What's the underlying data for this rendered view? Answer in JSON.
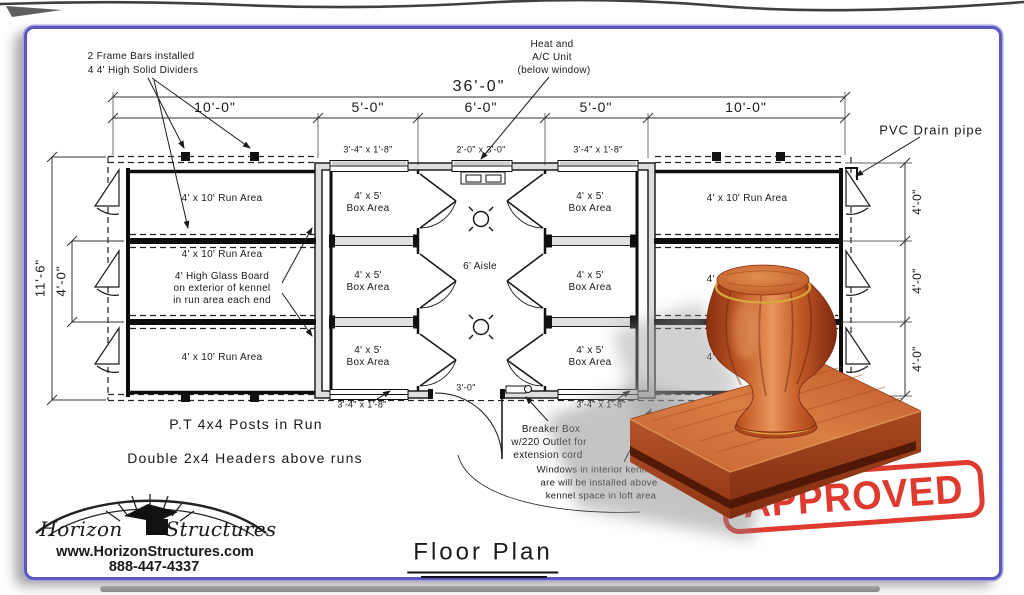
{
  "page": {
    "title": "Floor Plan"
  },
  "logo": {
    "word1": "Horizon",
    "word2": "Structures",
    "website": "www.HorizonStructures.com",
    "phone": "888-447-4337"
  },
  "stamp": {
    "label": "APPROVED",
    "color": "#dc2a1e"
  },
  "colors": {
    "frame_blue": "#5a58bf",
    "line_ink": "#1a1a1a",
    "wood_light": "#d97e44",
    "wood_dark": "#8f3513"
  },
  "dimensions": {
    "total_width": "36'-0\"",
    "seg_10_left": "10'-0\"",
    "seg_5_left": "5'-0\"",
    "seg_6_center": "6'-0\"",
    "seg_5_right": "5'-0\"",
    "seg_10_right": "10'-0\"",
    "height_total": "11'-6\"",
    "height_run": "4'-0\"",
    "right_run_1": "4'-0\"",
    "right_run_2": "4'-0\"",
    "right_run_3": "4'-0\"",
    "door_width": "3'-0\""
  },
  "windows": {
    "small": "3'-4\" x 1'-8\"",
    "center": "2'-0\" x 3'-0\""
  },
  "areas": {
    "run_label": "4' x 10' Run Area",
    "box_line1": "4' x 5'",
    "box_line2": "Box Area",
    "aisle": "6' Aisle"
  },
  "annotations": {
    "frame_bars_1": "2 Frame Bars installed",
    "frame_bars_2": "4 4' High Solid Dividers",
    "heat_1": "Heat and",
    "heat_2": "A/C Unit",
    "heat_3": "(below window)",
    "pvc": "PVC Drain pipe",
    "glass_1": "4' High Glass Board",
    "glass_2": "on exterior of kennel",
    "glass_3": "in run area each end",
    "posts": "P.T 4x4 Posts in Run",
    "headers": "Double 2x4 Headers above runs",
    "breaker_1": "Breaker Box",
    "breaker_2": "w/220 Outlet for",
    "breaker_3": "extension cord",
    "loft_1": "Windows in interior kennel",
    "loft_2": "are will be installed above",
    "loft_3": "kennel space in loft area"
  }
}
